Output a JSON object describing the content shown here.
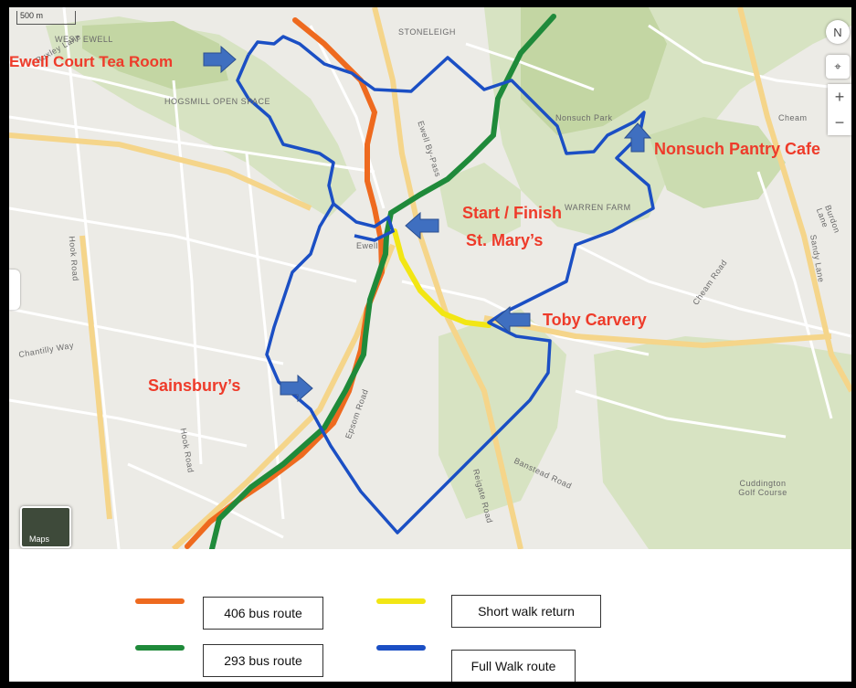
{
  "map": {
    "scale_label": "500 m",
    "compass_label": "N",
    "zoom_in_label": "+",
    "zoom_out_label": "−",
    "maps_button_label": "Maps",
    "place_labels": {
      "west_ewell": "WEST EWELL",
      "stoneleigh": "STONELEIGH",
      "hogsmill": "HOGSMILL  OPEN SPACE",
      "nonsuch_park": "Nonsuch Park",
      "cheam": "Cheam",
      "ewell": "Ewell",
      "cuddington": "Cuddington Golf Course",
      "warren_farm": "WARREN FARM"
    },
    "road_labels": {
      "ewell_bypass": "Ewell By-Pass",
      "epsom_road": "Epsom Road",
      "hook_road": "Hook Road",
      "reigate_road": "Reigate Road",
      "banstead_road": "Banstead Road",
      "cheam_road": "Cheam Road",
      "chantilly_way": "Chantilly Way",
      "sandy_lane": "Sandy Lane",
      "burdon_lane": "Burdon Lane",
      "ruxley_lane": "Ruxley Lane",
      "hook_road_2": "Hook Road"
    },
    "callouts": {
      "ewell_court": "Ewell Court Tea Room",
      "nonsuch": "Nonsuch Pantry Cafe",
      "start_line1": "Start / Finish",
      "start_line2": "St. Mary’s",
      "toby": "Toby Carvery",
      "sainsburys": "Sainsbury’s"
    },
    "colors": {
      "bus_406": "#ee6a1f",
      "bus_293": "#1f8a3a",
      "short_walk": "#f2e614",
      "full_walk": "#1b4fc4",
      "callout_text": "#ee3b2a",
      "arrow": "#3f6fc0"
    }
  },
  "legend": {
    "bus_406": "406 bus route",
    "bus_293": "293 bus route",
    "short_walk": "Short walk return",
    "full_walk": "Full Walk route"
  }
}
